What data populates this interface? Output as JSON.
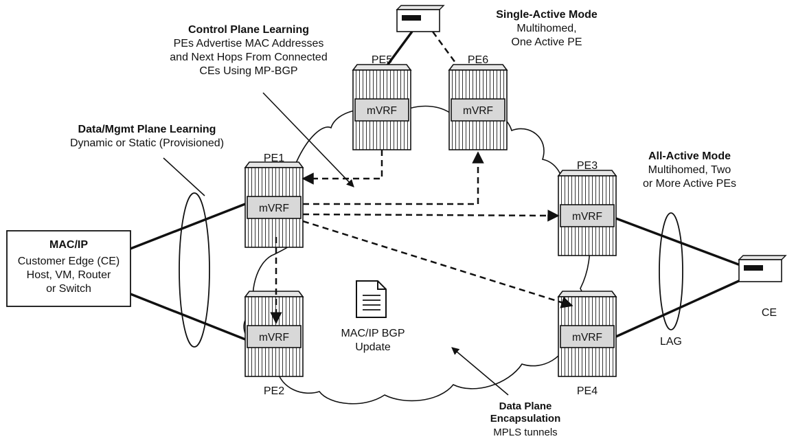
{
  "annotations": {
    "control_plane": {
      "title": "Control Plane Learning",
      "lines": [
        "PEs Advertise MAC Addresses",
        "and Next Hops From Connected",
        "CEs Using MP-BGP"
      ]
    },
    "single_active": {
      "title": "Single-Active Mode",
      "lines": [
        "Multihomed,",
        "One Active PE"
      ]
    },
    "data_mgmt": {
      "title": "Data/Mgmt Plane Learning",
      "lines": [
        "Dynamic or Static (Provisioned)"
      ]
    },
    "all_active": {
      "title": "All-Active Mode",
      "lines": [
        "Multihomed, Two",
        "or More Active PEs"
      ]
    },
    "data_plane": {
      "title": "Data Plane",
      "lines": [
        "Encapsulation",
        "MPLS tunnels"
      ]
    }
  },
  "ce_box": {
    "title": "MAC/IP",
    "lines": [
      "Customer Edge (CE)",
      "Host, VM, Router",
      "or Switch"
    ]
  },
  "routers": {
    "pe1": {
      "name": "PE1",
      "vrf": "mVRF"
    },
    "pe2": {
      "name": "PE2",
      "vrf": "mVRF"
    },
    "pe3": {
      "name": "PE3",
      "vrf": "mVRF"
    },
    "pe4": {
      "name": "PE4",
      "vrf": "mVRF"
    },
    "pe5": {
      "name": "PE5",
      "vrf": "mVRF"
    },
    "pe6": {
      "name": "PE6",
      "vrf": "mVRF"
    }
  },
  "ce_right_label": "CE",
  "lag_label": "LAG",
  "update_doc": {
    "lines": [
      "MAC/IP BGP",
      "Update"
    ],
    "icon": "document-icon"
  }
}
